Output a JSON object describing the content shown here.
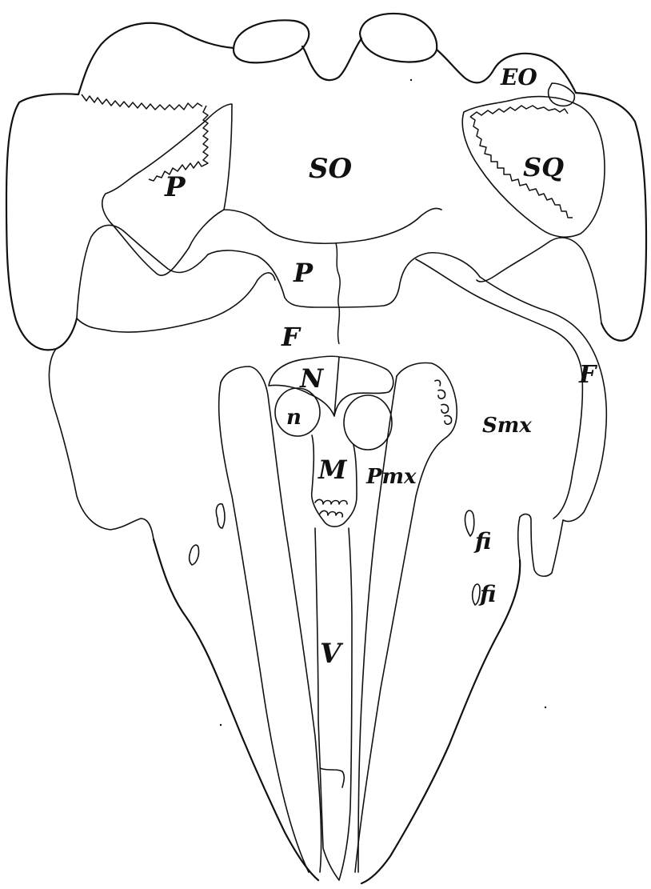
{
  "labels": {
    "eo": "EO",
    "so": "SO",
    "p_left": "P",
    "sq": "SQ",
    "p_center": "P",
    "f_center": "F",
    "f_right": "F",
    "n_upper": "N",
    "n_lower": "n",
    "smx": "Smx",
    "m": "M",
    "pmx": "Pmx",
    "fi_upper": "fi",
    "fi_lower": "fi",
    "v": "V"
  }
}
